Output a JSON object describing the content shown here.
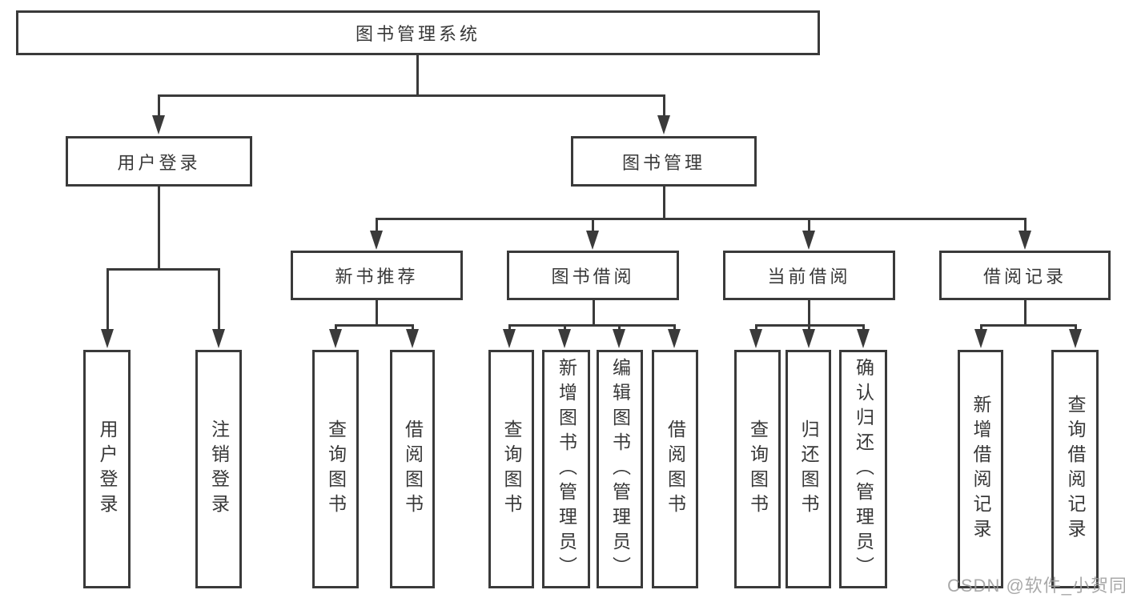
{
  "colors": {
    "line": "#3a3a3a",
    "text": "#383838",
    "box_fill": "#ffffff",
    "background": "#ffffff",
    "watermark": "#9b9b9b"
  },
  "tree": {
    "root": {
      "label": "图书管理系统"
    },
    "branches": [
      {
        "label": "用户登录",
        "leaves": [
          {
            "label": "用户登录"
          },
          {
            "label": "注销登录"
          }
        ]
      },
      {
        "label": "图书管理",
        "sections": [
          {
            "label": "新书推荐",
            "leaves": [
              {
                "label": "查询图书"
              },
              {
                "label": "借阅图书"
              }
            ]
          },
          {
            "label": "图书借阅",
            "leaves": [
              {
                "label": "查询图书"
              },
              {
                "label": "新增图书（管理员）"
              },
              {
                "label": "编辑图书（管理员）"
              },
              {
                "label": "借阅图书"
              }
            ]
          },
          {
            "label": "当前借阅",
            "leaves": [
              {
                "label": "查询图书"
              },
              {
                "label": "归还图书"
              },
              {
                "label": "确认归还（管理员）"
              }
            ]
          },
          {
            "label": "借阅记录",
            "leaves": [
              {
                "label": "新增借阅记录"
              },
              {
                "label": "查询借阅记录"
              }
            ]
          }
        ]
      }
    ]
  },
  "watermark": {
    "text": "CSDN @软件_小贺同学"
  }
}
